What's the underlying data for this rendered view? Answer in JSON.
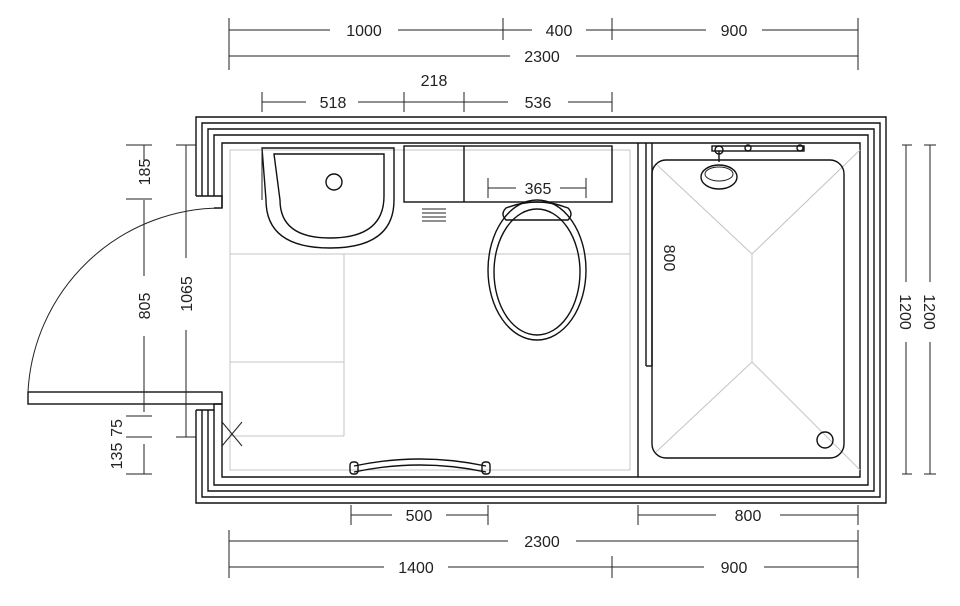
{
  "dimensions": {
    "top": [
      "1000",
      "400",
      "900",
      "2300"
    ],
    "top_fixtures": [
      "518",
      "218",
      "536"
    ],
    "toilet_width": "365",
    "shower_inner": "800",
    "left": [
      "185",
      "805",
      "1065",
      "75",
      "135"
    ],
    "right": [
      "1200",
      "1200"
    ],
    "bottom_fixtures": [
      "500",
      "800"
    ],
    "bottom": [
      "2300",
      "1400",
      "900"
    ]
  },
  "colors": {
    "line": "#111111",
    "guide": "#c4c4c4",
    "background": "#ffffff"
  }
}
